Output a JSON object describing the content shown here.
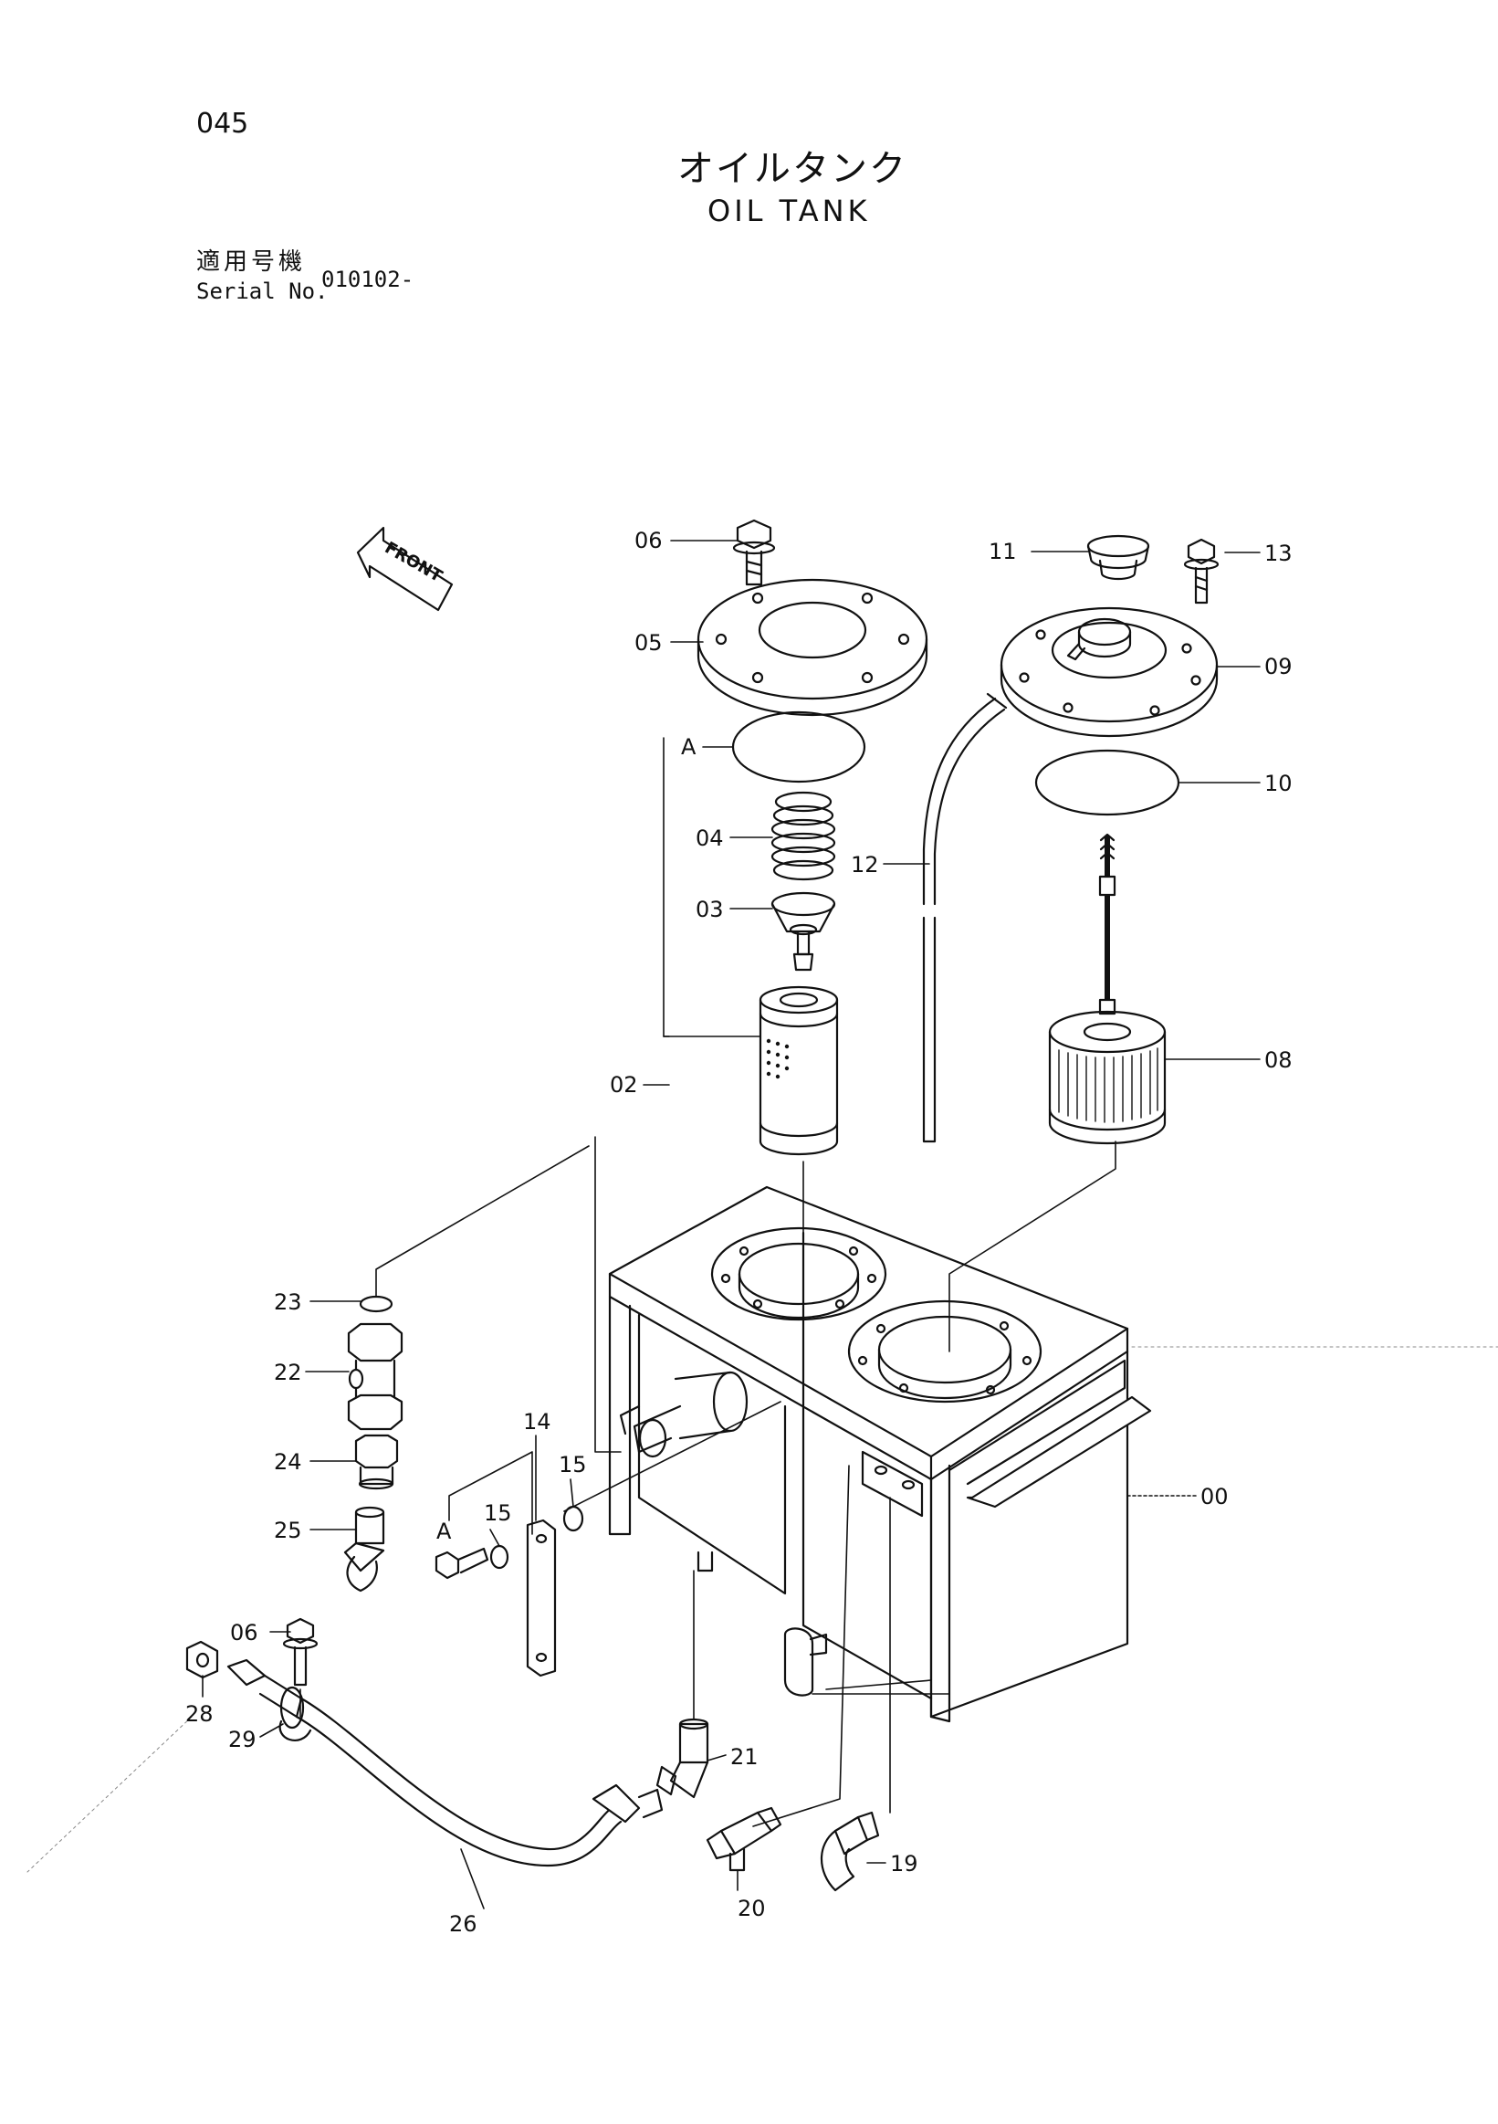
{
  "header": {
    "page_number": "045",
    "title_jp": "オイルタンク",
    "title_en": "OIL TANK",
    "serial_label_jp": "適用号機",
    "serial_label_en": "Serial No.",
    "serial_value": "010102-"
  },
  "front_label": "FRONT",
  "callouts": {
    "c00": "00",
    "c02": "02",
    "c03": "03",
    "c04": "04",
    "c05": "05",
    "c06a": "06",
    "c06b": "06",
    "c08": "08",
    "c09": "09",
    "c10": "10",
    "c11": "11",
    "c12": "12",
    "c13": "13",
    "c14": "14",
    "c15a": "15",
    "c15b": "15",
    "c19": "19",
    "c20": "20",
    "c21": "21",
    "c22": "22",
    "c23": "23",
    "c24": "24",
    "c25": "25",
    "c26": "26",
    "c28": "28",
    "c29": "29",
    "cAa": "A",
    "cAb": "A"
  }
}
